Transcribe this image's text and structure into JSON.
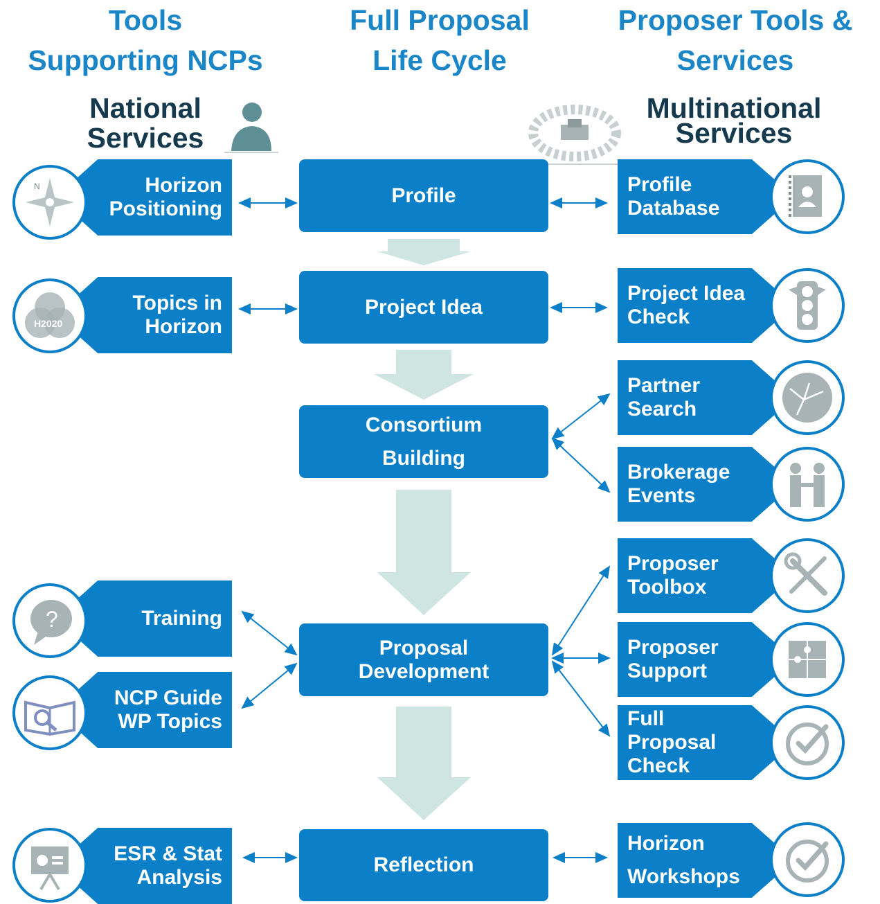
{
  "headers": {
    "left": "Tools\nSupporting NCPs",
    "center": "Full Proposal\nLife Cycle",
    "right": "Proposer Tools &\nServices"
  },
  "subheaders": {
    "left": "National\nServices",
    "right": "Multinational\nServices"
  },
  "lifecycle": [
    {
      "label": "Profile"
    },
    {
      "label": "Project Idea"
    },
    {
      "label": "Consortium\nBuilding"
    },
    {
      "label": "Proposal\nDevelopment"
    },
    {
      "label": "Reflection"
    }
  ],
  "national_tools": [
    {
      "label": "Horizon\nPositioning",
      "icon": "compass-icon"
    },
    {
      "label": "Topics in\nHorizon",
      "icon": "venn-h2020-icon",
      "icon_text": "H2020"
    },
    {
      "label": "Training",
      "icon": "question-bubble-icon"
    },
    {
      "label": "NCP Guide\nWP Topics",
      "icon": "book-search-icon"
    },
    {
      "label": "ESR & Stat\nAnalysis",
      "icon": "presentation-icon"
    }
  ],
  "multinational_tools": [
    {
      "label": "Profile\nDatabase",
      "icon": "address-book-icon"
    },
    {
      "label": "Project Idea\nCheck",
      "icon": "traffic-light-icon"
    },
    {
      "label": "Partner\nSearch",
      "icon": "globe-icon"
    },
    {
      "label": "Brokerage\nEvents",
      "icon": "handshake-icon"
    },
    {
      "label": "Proposer\nToolbox",
      "icon": "tools-icon"
    },
    {
      "label": "Proposer\nSupport",
      "icon": "puzzle-icon"
    },
    {
      "label": "Full\nProposal\nCheck",
      "icon": "check-circle-icon"
    },
    {
      "label": "Horizon\n\nWorkshops",
      "icon": "check-circle-icon"
    }
  ],
  "colors": {
    "accent": "#0b7fc7",
    "heading": "#1a86c8",
    "dark": "#163a4d",
    "flow_arrow": "#cfe5e2",
    "icon_gray": "#9fb4b3"
  }
}
